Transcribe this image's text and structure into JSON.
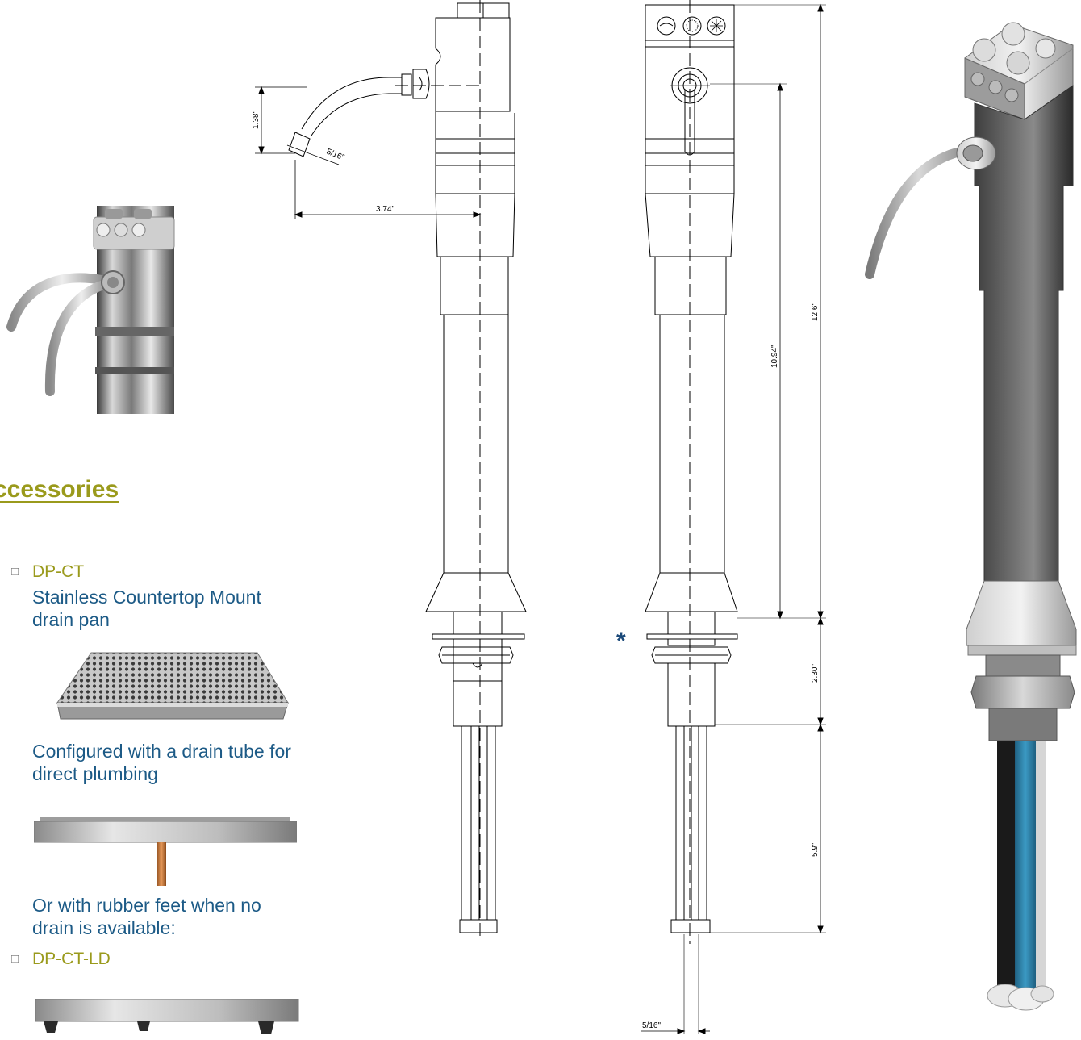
{
  "accessories": {
    "heading": "ccessories",
    "items": [
      {
        "code": "DP-CT",
        "description": "Stainless Countertop Mount drain pan"
      },
      {
        "code": "DP-CT-LD"
      }
    ],
    "drain_tube_note": "Configured with a drain tube for direct plumbing",
    "rubber_feet_note": "Or with rubber feet when no drain is available:"
  },
  "drawing": {
    "dimensions": {
      "spout_drop": "1.38\"",
      "spout_diameter": "5/16\"",
      "spout_reach": "3.74\"",
      "body_height": "10.94\"",
      "total_height": "12.6\"",
      "shank_length": "2.30\"",
      "tube_length": "5.9\"",
      "tube_diameter": "5/16\""
    },
    "asterisk": "*"
  },
  "colors": {
    "heading": "#9a9a1c",
    "text_blue": "#1c5a86",
    "tube_blue": "#2c7fa6"
  }
}
